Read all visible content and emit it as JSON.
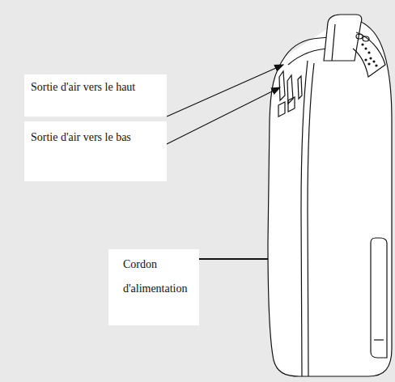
{
  "diagram": {
    "labels": [
      "Sortie d'air vers le haut",
      "Sortie d'air vers le bas",
      "Cordon d'alimentation"
    ]
  }
}
